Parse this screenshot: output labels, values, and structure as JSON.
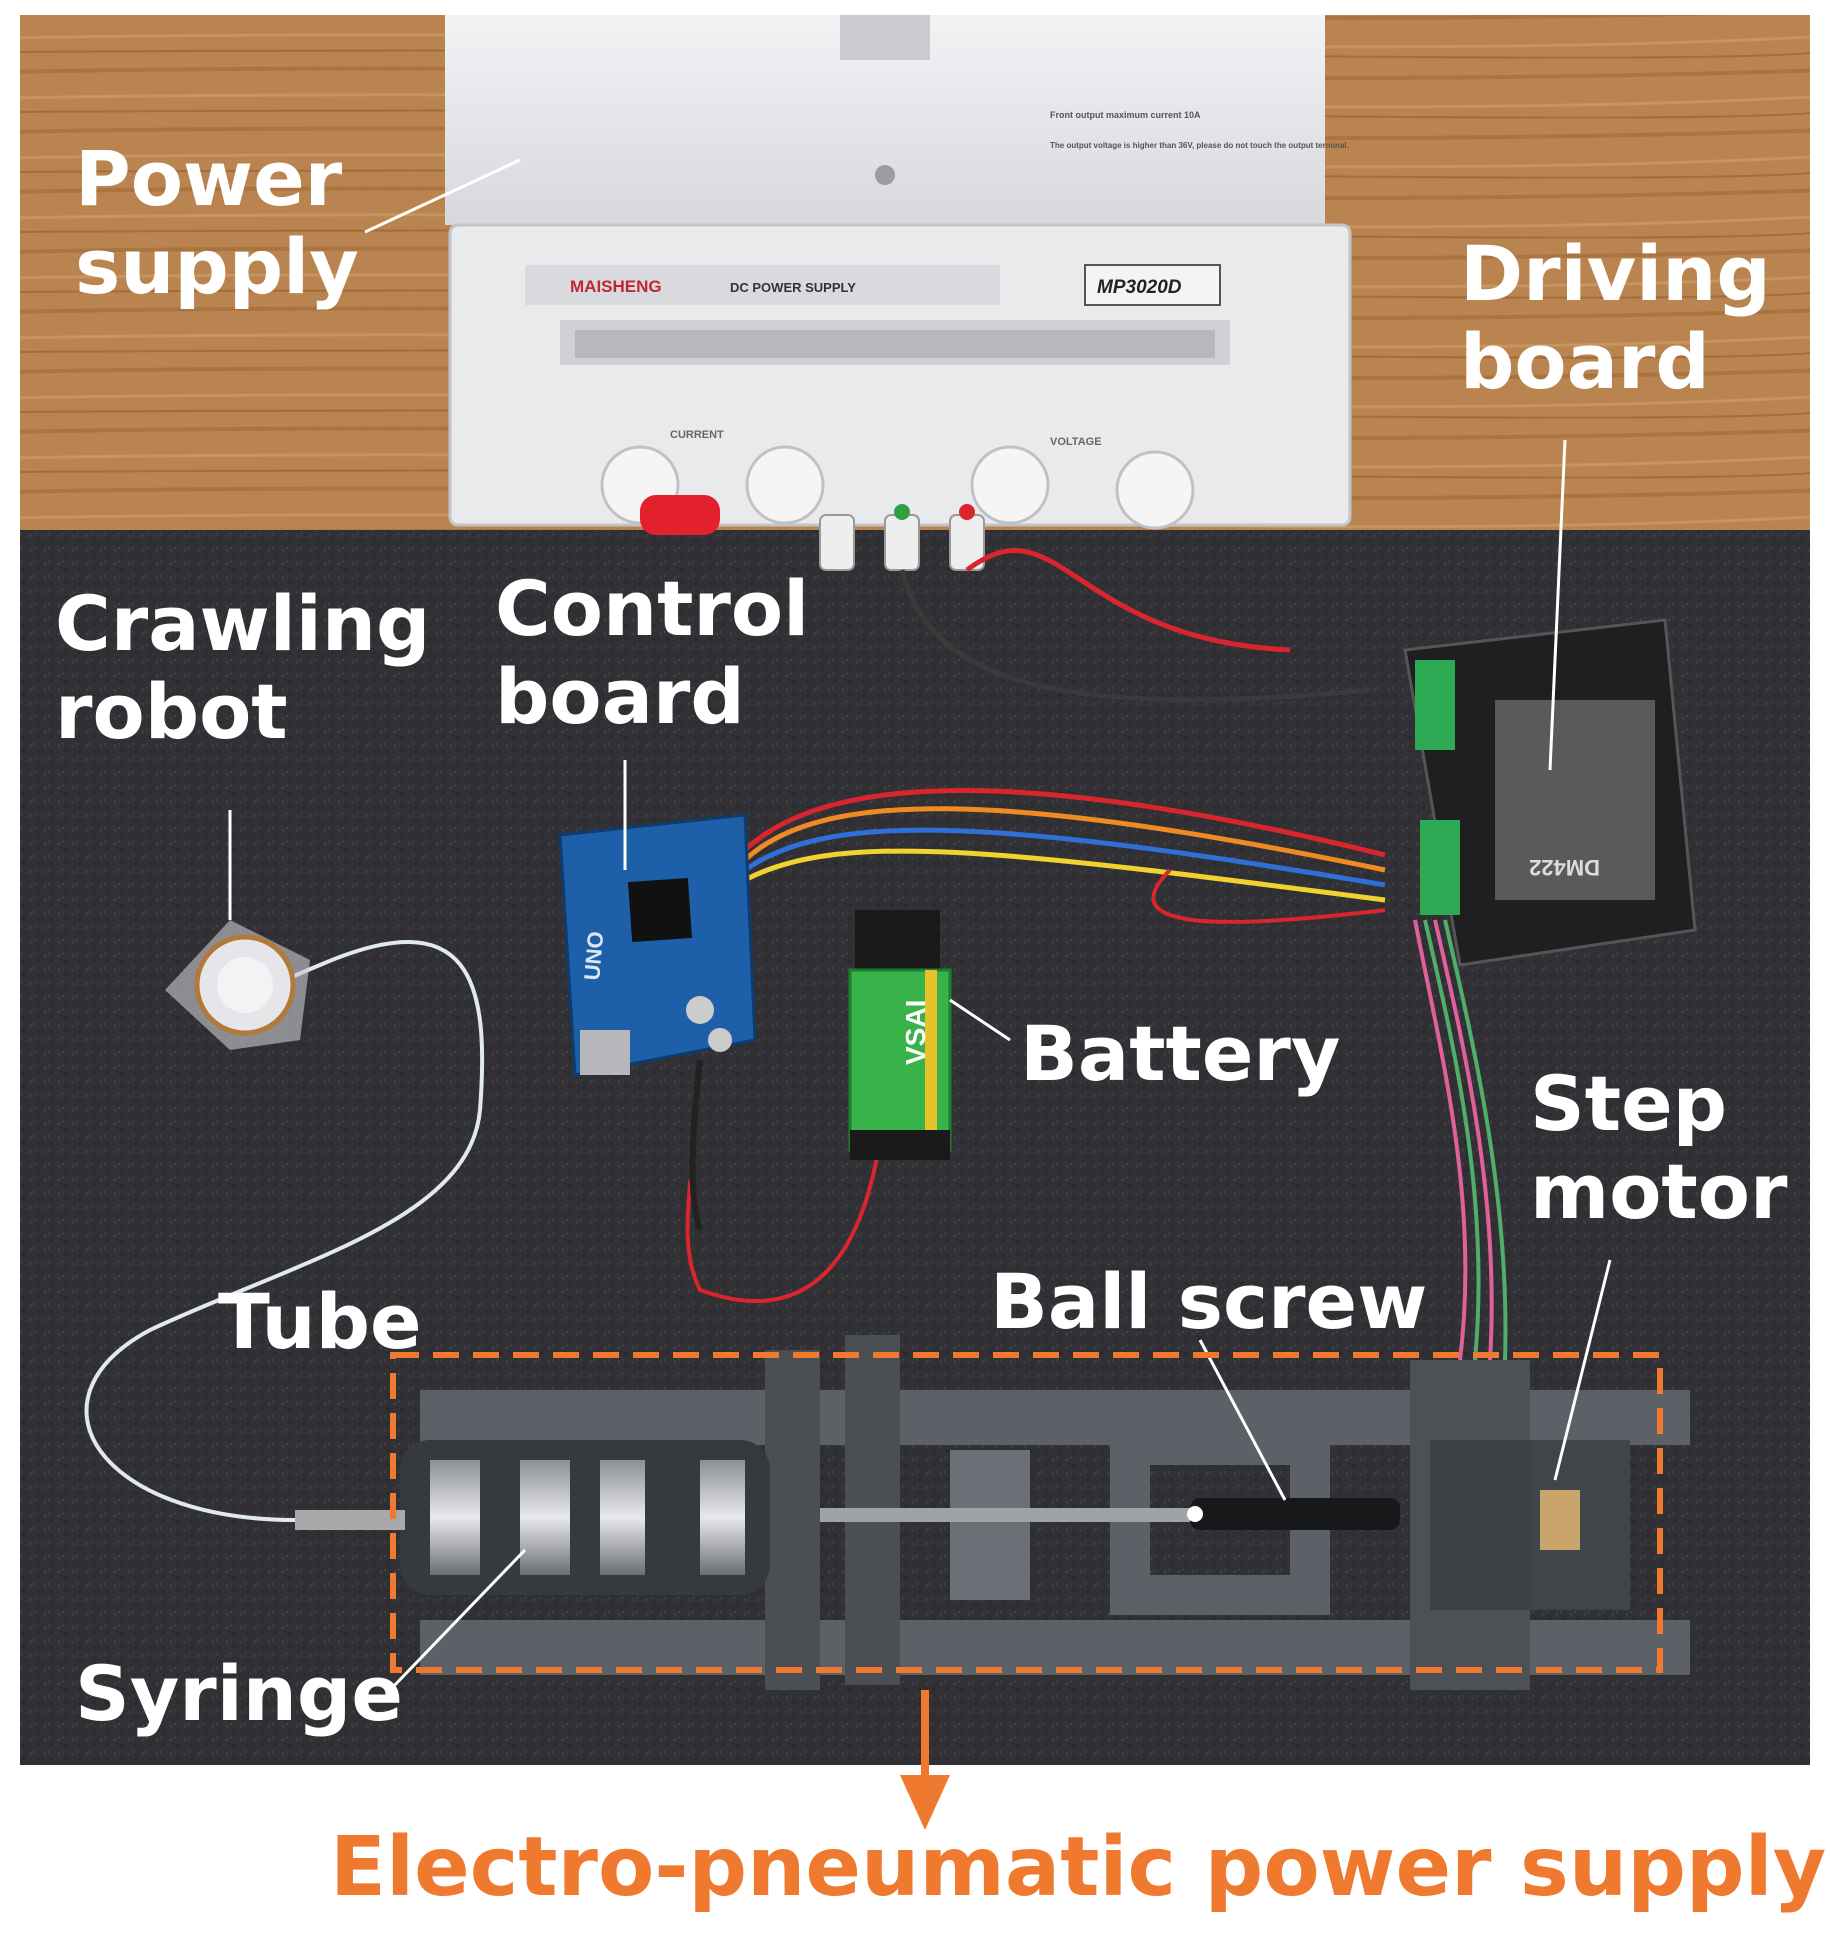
{
  "labels": {
    "power_supply": [
      "Power",
      "supply"
    ],
    "driving_board": [
      "Driving",
      "board"
    ],
    "crawling_robot": [
      "Crawling",
      "robot"
    ],
    "control_board": [
      "Control",
      "board"
    ],
    "battery": "Battery",
    "step_motor": [
      "Step",
      "motor"
    ],
    "ball_screw": "Ball screw",
    "tube": "Tube",
    "syringe": "Syringe"
  },
  "caption": "Electro-pneumatic power supply",
  "device_text": {
    "psu_brand": "MAISHENG",
    "psu_type": "DC POWER SUPPLY",
    "psu_model": "MP3020D",
    "psu_current": "CURRENT",
    "psu_voltage": "VOLTAGE",
    "psu_warning_1": "Front output maximum current 10A",
    "psu_warning_2": "The output voltage is higher than 36V, please do not touch the output terminal.",
    "driver_model": "DM422",
    "battery_brand": "VSAI",
    "arduino_label": "UNO"
  },
  "colors": {
    "accent_orange": "#ef7a2f",
    "label_white": "#ffffff",
    "wood": "#b9844f",
    "mat": "#2f2f33"
  }
}
